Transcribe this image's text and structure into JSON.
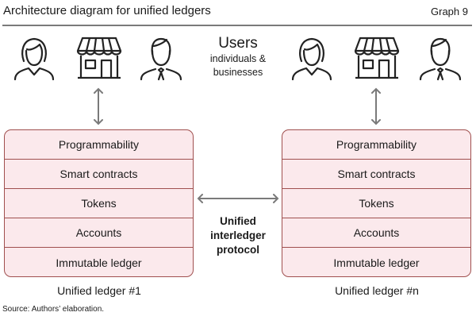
{
  "header": {
    "title": "Architecture diagram for unified ledgers",
    "graph_label": "Graph 9"
  },
  "users": {
    "heading": "Users",
    "subtitle_line1": "individuals &",
    "subtitle_line2": "businesses",
    "icons": [
      "woman-icon",
      "store-icon",
      "businessman-icon"
    ]
  },
  "ledgers": [
    {
      "caption": "Unified ledger #1",
      "layers": [
        "Programmability",
        "Smart contracts",
        "Tokens",
        "Accounts",
        "Immutable ledger"
      ]
    },
    {
      "caption": "Unified ledger #n",
      "layers": [
        "Programmability",
        "Smart contracts",
        "Tokens",
        "Accounts",
        "Immutable ledger"
      ]
    }
  ],
  "protocol": {
    "line1": "Unified",
    "line2": "interledger",
    "line3": "protocol"
  },
  "source": "Source: Authors’ elaboration.",
  "colors": {
    "box_fill": "#fbe9ec",
    "box_border": "#a0504f",
    "arrow": "#7a7a7a",
    "rule": "#7a7a7a"
  }
}
